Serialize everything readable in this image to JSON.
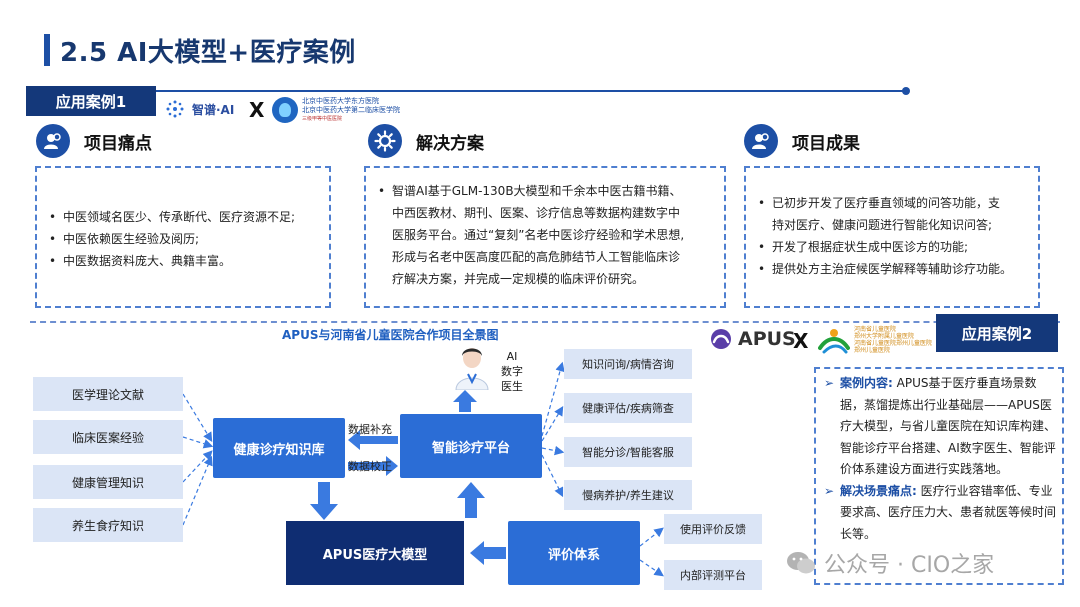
{
  "title": "2.5 AI大模型+医疗案例",
  "case1": {
    "badge": "应用案例1",
    "logo_zhipu": "智谱·AI",
    "x": "X",
    "hospital_line1": "北京中医药大学东方医院",
    "hospital_line2": "北京中医药大学第二临床医学院",
    "hospital_line3": "三级甲等中医医院"
  },
  "sections": {
    "pain": {
      "title": "项目痛点",
      "items": [
        "中医领域名医少、传承断代、医疗资源不足;",
        "中医依赖医生经验及阅历;",
        "中医数据资料庞大、典籍丰富。"
      ]
    },
    "solution": {
      "title": "解决方案",
      "lines": [
        "智谱AI基于GLM-130B大模型和千余本中医古籍书籍、",
        "中西医教材、期刊、医案、诊疗信息等数据构建数字中",
        "医服务平台。通过“复刻”名老中医诊疗经验和学术思想,",
        "形成与名老中医高度匹配的高危肺结节人工智能临床诊",
        "疗解决方案，并完成一定规模的临床评价研究。"
      ]
    },
    "result": {
      "title": "项目成果",
      "items": [
        "已初步开发了医疗垂直领域的问答功能，支",
        "持对医疗、健康问题进行智能化知识问答;",
        "开发了根据症状生成中医诊方的功能;",
        "提供处方主治症候医学解释等辅助诊疗功能。"
      ]
    }
  },
  "case2": {
    "diagram_title": "APUS与河南省儿童医院合作项目全景图",
    "apus_logo": "APUS",
    "x": "X",
    "hospital_line1": "河南省儿童医院",
    "hospital_line2": "郑州大学附属儿童医院",
    "hospital_line3": "河南省儿童医院郑州儿童医院",
    "hospital_line4": "郑州儿童医院",
    "badge": "应用案例2",
    "content_key": "案例内容:",
    "content_text": "APUS基于医疗垂直场景数据，蒸馏提炼出行业基础层——APUS医疗大模型，与省儿童医院在知识库构建、智能诊疗平台搭建、AI数字医生、智能评价体系建设方面进行实践落地。",
    "pain_key": "解决场景痛点:",
    "pain_text": "医疗行业容错率低、专业要求高、医疗压力大、患者就医等候时间长等。",
    "diagram": {
      "left_items": [
        "医学理论文献",
        "临床医案经验",
        "健康管理知识",
        "养生食疗知识"
      ],
      "knowledge_base": "健康诊疗知识库",
      "label_supplement": "数据补充",
      "label_correct": "数据校正",
      "platform": "智能诊疗平台",
      "ai_doctor_label": "AI\n数字\n医生",
      "right_items": [
        "知识问询/病情咨询",
        "健康评估/疾病筛查",
        "智能分诊/智能客服",
        "慢病养护/养生建议"
      ],
      "model": "APUS医疗大模型",
      "evaluation": "评价体系",
      "eval_items": [
        "使用评价反馈",
        "内部评测平台"
      ]
    }
  },
  "watermark": "公众号 · CIO之家"
}
